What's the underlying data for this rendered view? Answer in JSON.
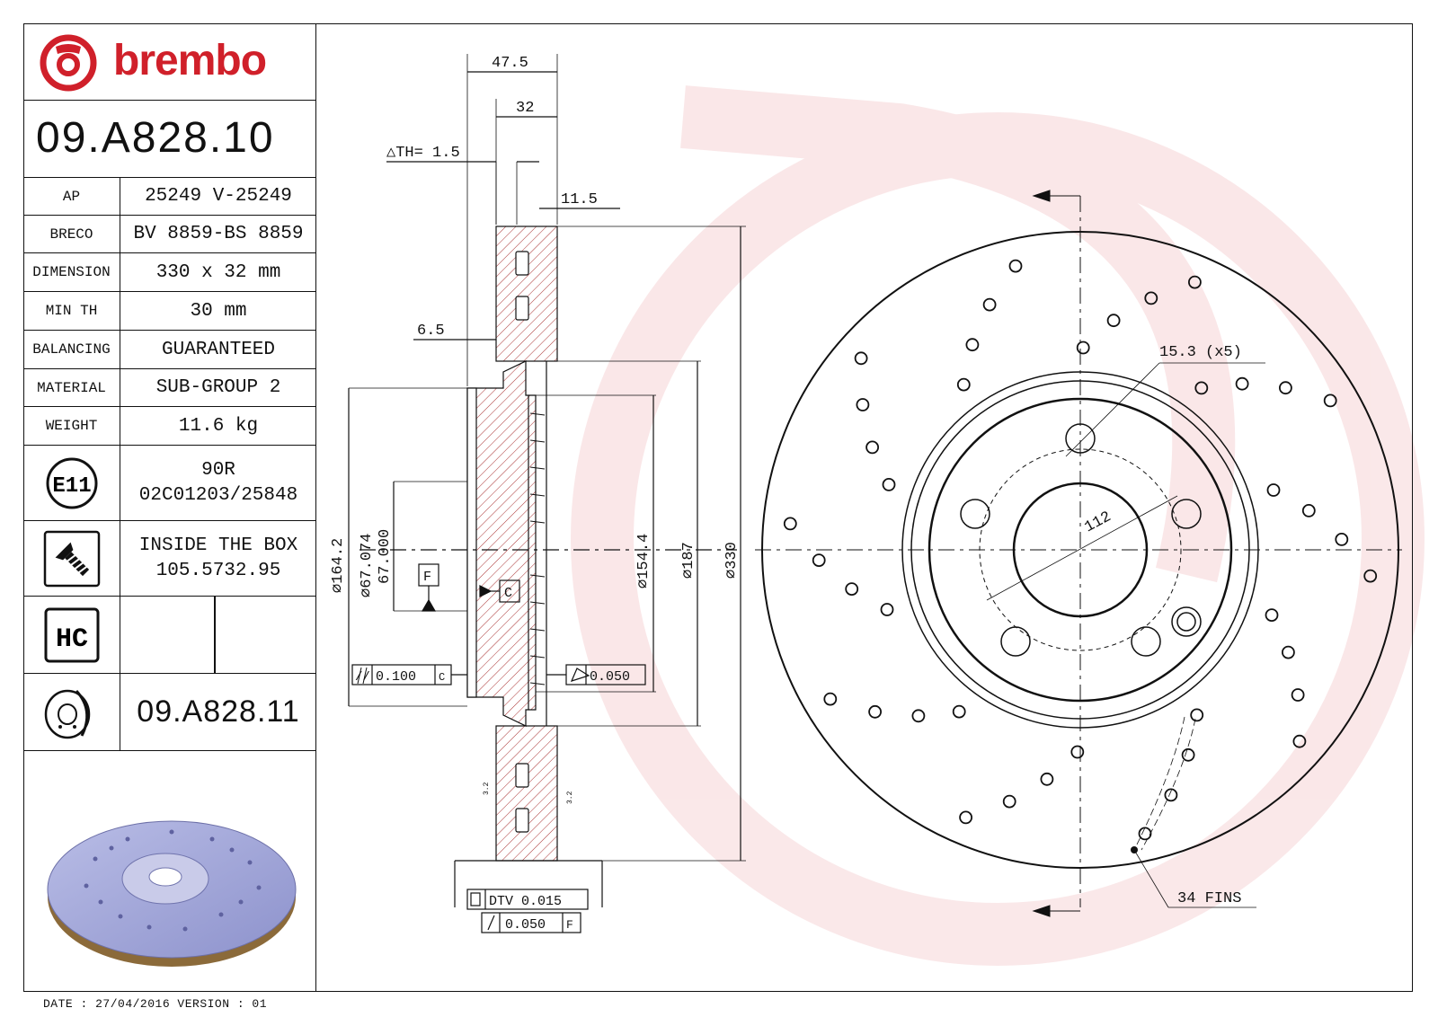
{
  "brand": {
    "name": "brembo",
    "color": "#d0202a"
  },
  "part_number": "09.A828.10",
  "specs": [
    {
      "key": "AP",
      "value": "25249 V-25249"
    },
    {
      "key": "BRECO",
      "value": "BV 8859-BS 8859"
    },
    {
      "key": "DIMENSION",
      "value": "330 x 32 mm"
    },
    {
      "key": "MIN TH",
      "value": "30 mm"
    },
    {
      "key": "BALANCING",
      "value": "GUARANTEED"
    },
    {
      "key": "MATERIAL",
      "value": "SUB-GROUP 2"
    },
    {
      "key": "WEIGHT",
      "value": "11.6 kg"
    }
  ],
  "homologation": {
    "icon": "e11-approval-mark",
    "mark": "E11",
    "line1": "90R",
    "line2": "02C01203/25848"
  },
  "screw": {
    "icon": "screw-icon",
    "line1": "INSIDE THE BOX",
    "line2": "105.5732.95"
  },
  "hc": {
    "icon": "hc-badge-icon",
    "label": "HC"
  },
  "alt_part": {
    "icon": "disc-sensor-icon",
    "value": "09.A828.11"
  },
  "footer": {
    "date_text": "DATE : 27/04/2016 VERSION : 01"
  },
  "section_dims": {
    "d1": "47.5",
    "d2": "32",
    "th": "△TH= 1.5",
    "d3": "11.5",
    "d4": "6.5",
    "dia_a": "∅164.2",
    "dia_b1": "∅67.074",
    "dia_b2": "67.000",
    "dia_c": "∅154.4",
    "dia_d": "∅187",
    "dia_e": "∅330",
    "datum_f": "F",
    "datum_c": "C",
    "tol1_sym": "//",
    "tol1_val": "0.100",
    "tol1_ref": "C",
    "tol2_val": "0.050",
    "dtv_val": "DTV 0.015",
    "runout_val": "0.050",
    "runout_ref": "F",
    "rough": "3.2"
  },
  "front_dims": {
    "holes": "15.3 (x5)",
    "pcd": "112",
    "fins": "34 FINS"
  }
}
